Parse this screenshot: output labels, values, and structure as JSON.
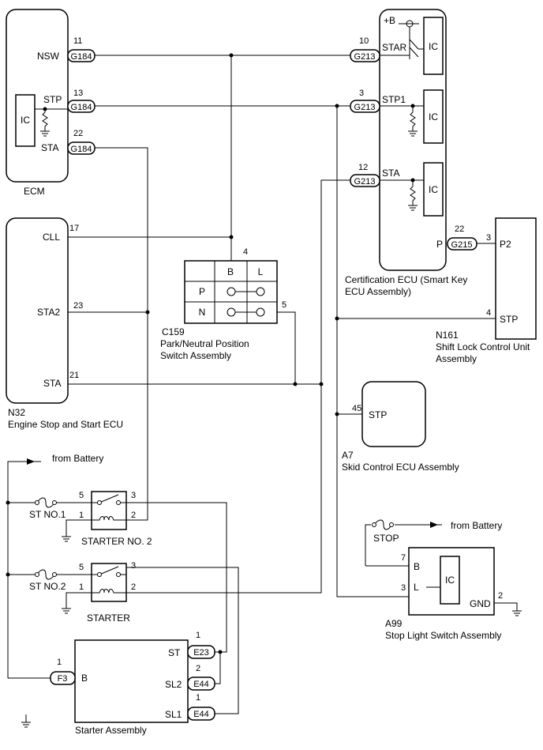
{
  "ecm": {
    "name": "ECM",
    "ic": "IC",
    "pins": [
      {
        "label": "NSW",
        "no": "11",
        "conn": "G184"
      },
      {
        "label": "STP",
        "no": "13",
        "conn": "G184"
      },
      {
        "label": "STA",
        "no": "22",
        "conn": "G184"
      }
    ]
  },
  "cert_ecu": {
    "name_line1": "Certification ECU (Smart Key",
    "name_line2": "ECU Assembly)",
    "supply": "+B",
    "ic": "IC",
    "pins": [
      {
        "label": "STAR",
        "no": "10",
        "conn": "G213"
      },
      {
        "label": "STP1",
        "no": "3",
        "conn": "G213"
      },
      {
        "label": "STA",
        "no": "12",
        "conn": "G213"
      },
      {
        "label": "P",
        "no": "22",
        "conn": "G215"
      }
    ]
  },
  "essecu": {
    "code": "N32",
    "name": "Engine Stop and Start ECU",
    "pins": [
      {
        "label": "CLL",
        "no": "17"
      },
      {
        "label": "STA2",
        "no": "23"
      },
      {
        "label": "STA",
        "no": "21"
      }
    ]
  },
  "pnp": {
    "code": "C159",
    "name_line1": "Park/Neutral Position",
    "name_line2": "Switch Assembly",
    "col_b": "B",
    "col_l": "L",
    "row_p": "P",
    "row_n": "N",
    "pin_top": "4",
    "pin_right": "5"
  },
  "shift_lock": {
    "code": "N161",
    "name_line1": "Shift Lock Control Unit",
    "name_line2": "Assembly",
    "pins": [
      {
        "label": "P2",
        "no": "3"
      },
      {
        "label": "STP",
        "no": "4"
      }
    ]
  },
  "skid": {
    "code": "A7",
    "name": "Skid Control ECU Assembly",
    "pin_label": "STP",
    "pin_no": "45"
  },
  "stop_light": {
    "code": "A99",
    "name": "Stop Light Switch Assembly",
    "fuse": "STOP",
    "from_battery": "from Battery",
    "ic": "IC",
    "pins": [
      {
        "label": "B",
        "no": "7"
      },
      {
        "label": "L",
        "no": "3"
      },
      {
        "label": "GND",
        "no": "2"
      }
    ]
  },
  "battery": {
    "from_battery": "from Battery"
  },
  "starter_no2": {
    "name": "STARTER NO. 2",
    "fuse": "ST NO.1",
    "pins": [
      "5",
      "3",
      "1",
      "2"
    ]
  },
  "starter_relay": {
    "name": "STARTER",
    "fuse": "ST NO.2",
    "pins": [
      "5",
      "3",
      "1",
      "2"
    ]
  },
  "starter_assy": {
    "name": "Starter Assembly",
    "b_label": "B",
    "b_no": "1",
    "b_conn": "F3",
    "pins": [
      {
        "label": "ST",
        "no": "1",
        "conn": "E23"
      },
      {
        "label": "SL2",
        "no": "2",
        "conn": "E44"
      },
      {
        "label": "SL1",
        "no": "1",
        "conn": "E44"
      }
    ]
  }
}
